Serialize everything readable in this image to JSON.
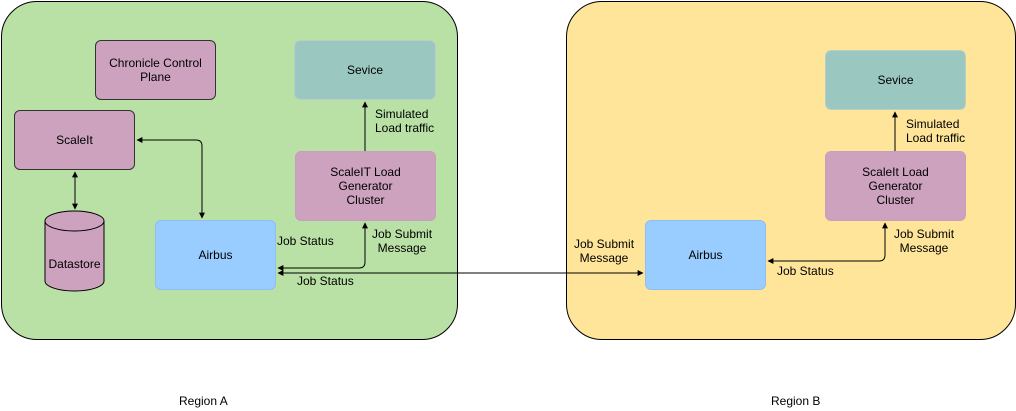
{
  "regions": {
    "a": {
      "label": "Region A",
      "color": "#b9e0a5"
    },
    "b": {
      "label": "Region B",
      "color": "#ffe599"
    }
  },
  "nodes": {
    "chronicle": "Chronicle Control\nPlane",
    "scaleit_a": "ScaleIt",
    "datastore": "Datastore",
    "sevice_a": "Sevice",
    "loadgen_a": "ScaleIT Load\nGenerator\nCluster",
    "airbus_a": "Airbus",
    "sevice_b": "Sevice",
    "loadgen_b": "ScaleIt Load\nGenerator\nCluster",
    "airbus_b": "Airbus"
  },
  "edge_labels": {
    "a_simulated": "Simulated\nLoad traffic",
    "a_job_submit": "Job Submit\nMessage",
    "a_job_status_inner": "Job Status",
    "cross_job_status": "Job Status",
    "cross_job_submit": "Job Submit\nMessage",
    "b_simulated": "Simulated\nLoad traffic",
    "b_job_submit": "Job Submit\nMessage",
    "b_job_status": "Job Status"
  },
  "colors": {
    "pink": "#cda2be",
    "teal": "#9ac7bf",
    "blue": "#99ccff"
  }
}
